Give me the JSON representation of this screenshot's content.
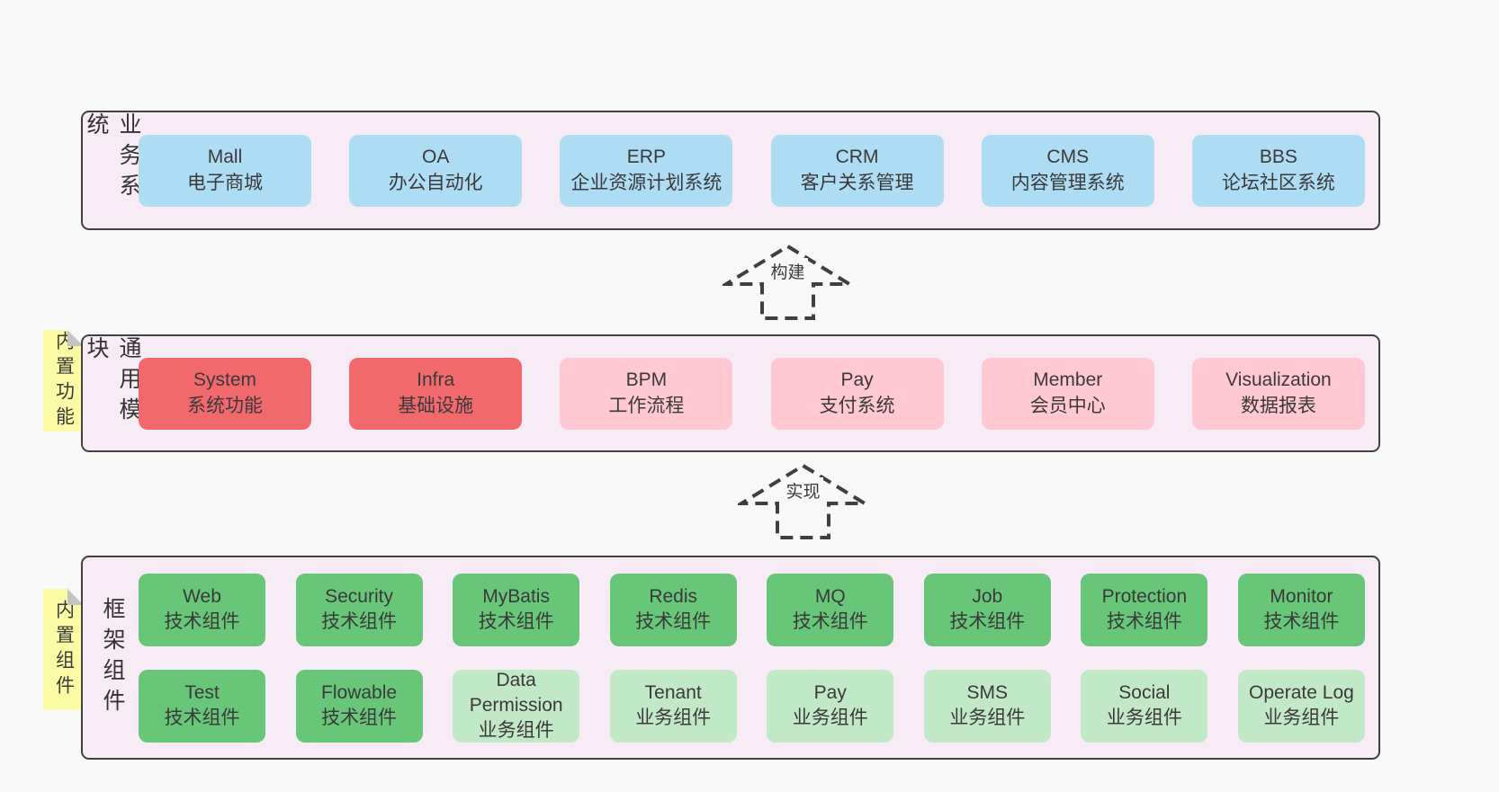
{
  "canvas": {
    "background": "#f8f8f8"
  },
  "colors": {
    "band_background": "#f7ecf5",
    "band_border": "#414141",
    "blue_box": "#aedcf3",
    "red_box": "#f2696d",
    "pink_box": "#ffc8d3",
    "green_box": "#68c679",
    "light_green_box": "#c2e9c6",
    "sticky_note": "#fbfaa5",
    "text": "#3a3a3a"
  },
  "band1": {
    "label": "业务系统",
    "boxes": [
      {
        "name": "Mall",
        "desc": "电子商城"
      },
      {
        "name": "OA",
        "desc": "办公自动化"
      },
      {
        "name": "ERP",
        "desc": "企业资源计划系统"
      },
      {
        "name": "CRM",
        "desc": "客户关系管理"
      },
      {
        "name": "CMS",
        "desc": "内容管理系统"
      },
      {
        "name": "BBS",
        "desc": "论坛社区系统"
      }
    ]
  },
  "arrow1": {
    "label": "构建"
  },
  "band2": {
    "label": "通用模块",
    "note": "内置功能",
    "boxes": [
      {
        "name": "System",
        "desc": "系统功能"
      },
      {
        "name": "Infra",
        "desc": "基础设施"
      },
      {
        "name": "BPM",
        "desc": "工作流程"
      },
      {
        "name": "Pay",
        "desc": "支付系统"
      },
      {
        "name": "Member",
        "desc": "会员中心"
      },
      {
        "name": "Visualization",
        "desc": "数据报表"
      }
    ]
  },
  "arrow2": {
    "label": "实现"
  },
  "band3": {
    "label": "框架组件",
    "note": "内置组件",
    "row1": [
      {
        "name": "Web",
        "desc": "技术组件"
      },
      {
        "name": "Security",
        "desc": "技术组件"
      },
      {
        "name": "MyBatis",
        "desc": "技术组件"
      },
      {
        "name": "Redis",
        "desc": "技术组件"
      },
      {
        "name": "MQ",
        "desc": "技术组件"
      },
      {
        "name": "Job",
        "desc": "技术组件"
      },
      {
        "name": "Protection",
        "desc": "技术组件"
      },
      {
        "name": "Monitor",
        "desc": "技术组件"
      }
    ],
    "row2": [
      {
        "name": "Test",
        "desc": "技术组件"
      },
      {
        "name": "Flowable",
        "desc": "技术组件"
      },
      {
        "name": "Data Permission",
        "desc": "业务组件"
      },
      {
        "name": "Tenant",
        "desc": "业务组件"
      },
      {
        "name": "Pay",
        "desc": "业务组件"
      },
      {
        "name": "SMS",
        "desc": "业务组件"
      },
      {
        "name": "Social",
        "desc": "业务组件"
      },
      {
        "name": "Operate Log",
        "desc": "业务组件"
      }
    ]
  }
}
